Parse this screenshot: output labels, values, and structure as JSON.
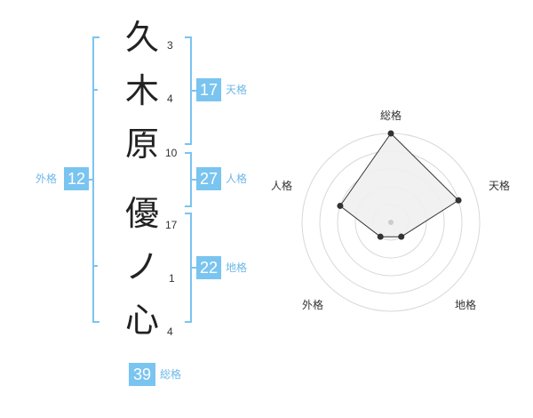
{
  "name": {
    "characters": [
      {
        "char": "久",
        "strokes": "3"
      },
      {
        "char": "木",
        "strokes": "4"
      },
      {
        "char": "原",
        "strokes": "10"
      },
      {
        "char": "優",
        "strokes": "17"
      },
      {
        "char": "ノ",
        "strokes": "1"
      },
      {
        "char": "心",
        "strokes": "4"
      }
    ]
  },
  "fortune": {
    "tenkaku": {
      "value": "17",
      "label": "天格"
    },
    "jinkaku": {
      "value": "27",
      "label": "人格"
    },
    "chikaku": {
      "value": "22",
      "label": "地格"
    },
    "gaikaku": {
      "value": "12",
      "label": "外格"
    },
    "soukaku": {
      "value": "39",
      "label": "総格"
    }
  },
  "radar": {
    "axes": [
      "総格",
      "天格",
      "地格",
      "外格",
      "人格"
    ],
    "scores": [
      5,
      4,
      1,
      1,
      3
    ],
    "max": 5,
    "colors": {
      "fill": "#f0f0f0",
      "line": "#333333",
      "point": "#333333",
      "ring": "#d8d8d8",
      "center": "#cccccc"
    }
  },
  "colors": {
    "accent": "#7ac4f0"
  }
}
